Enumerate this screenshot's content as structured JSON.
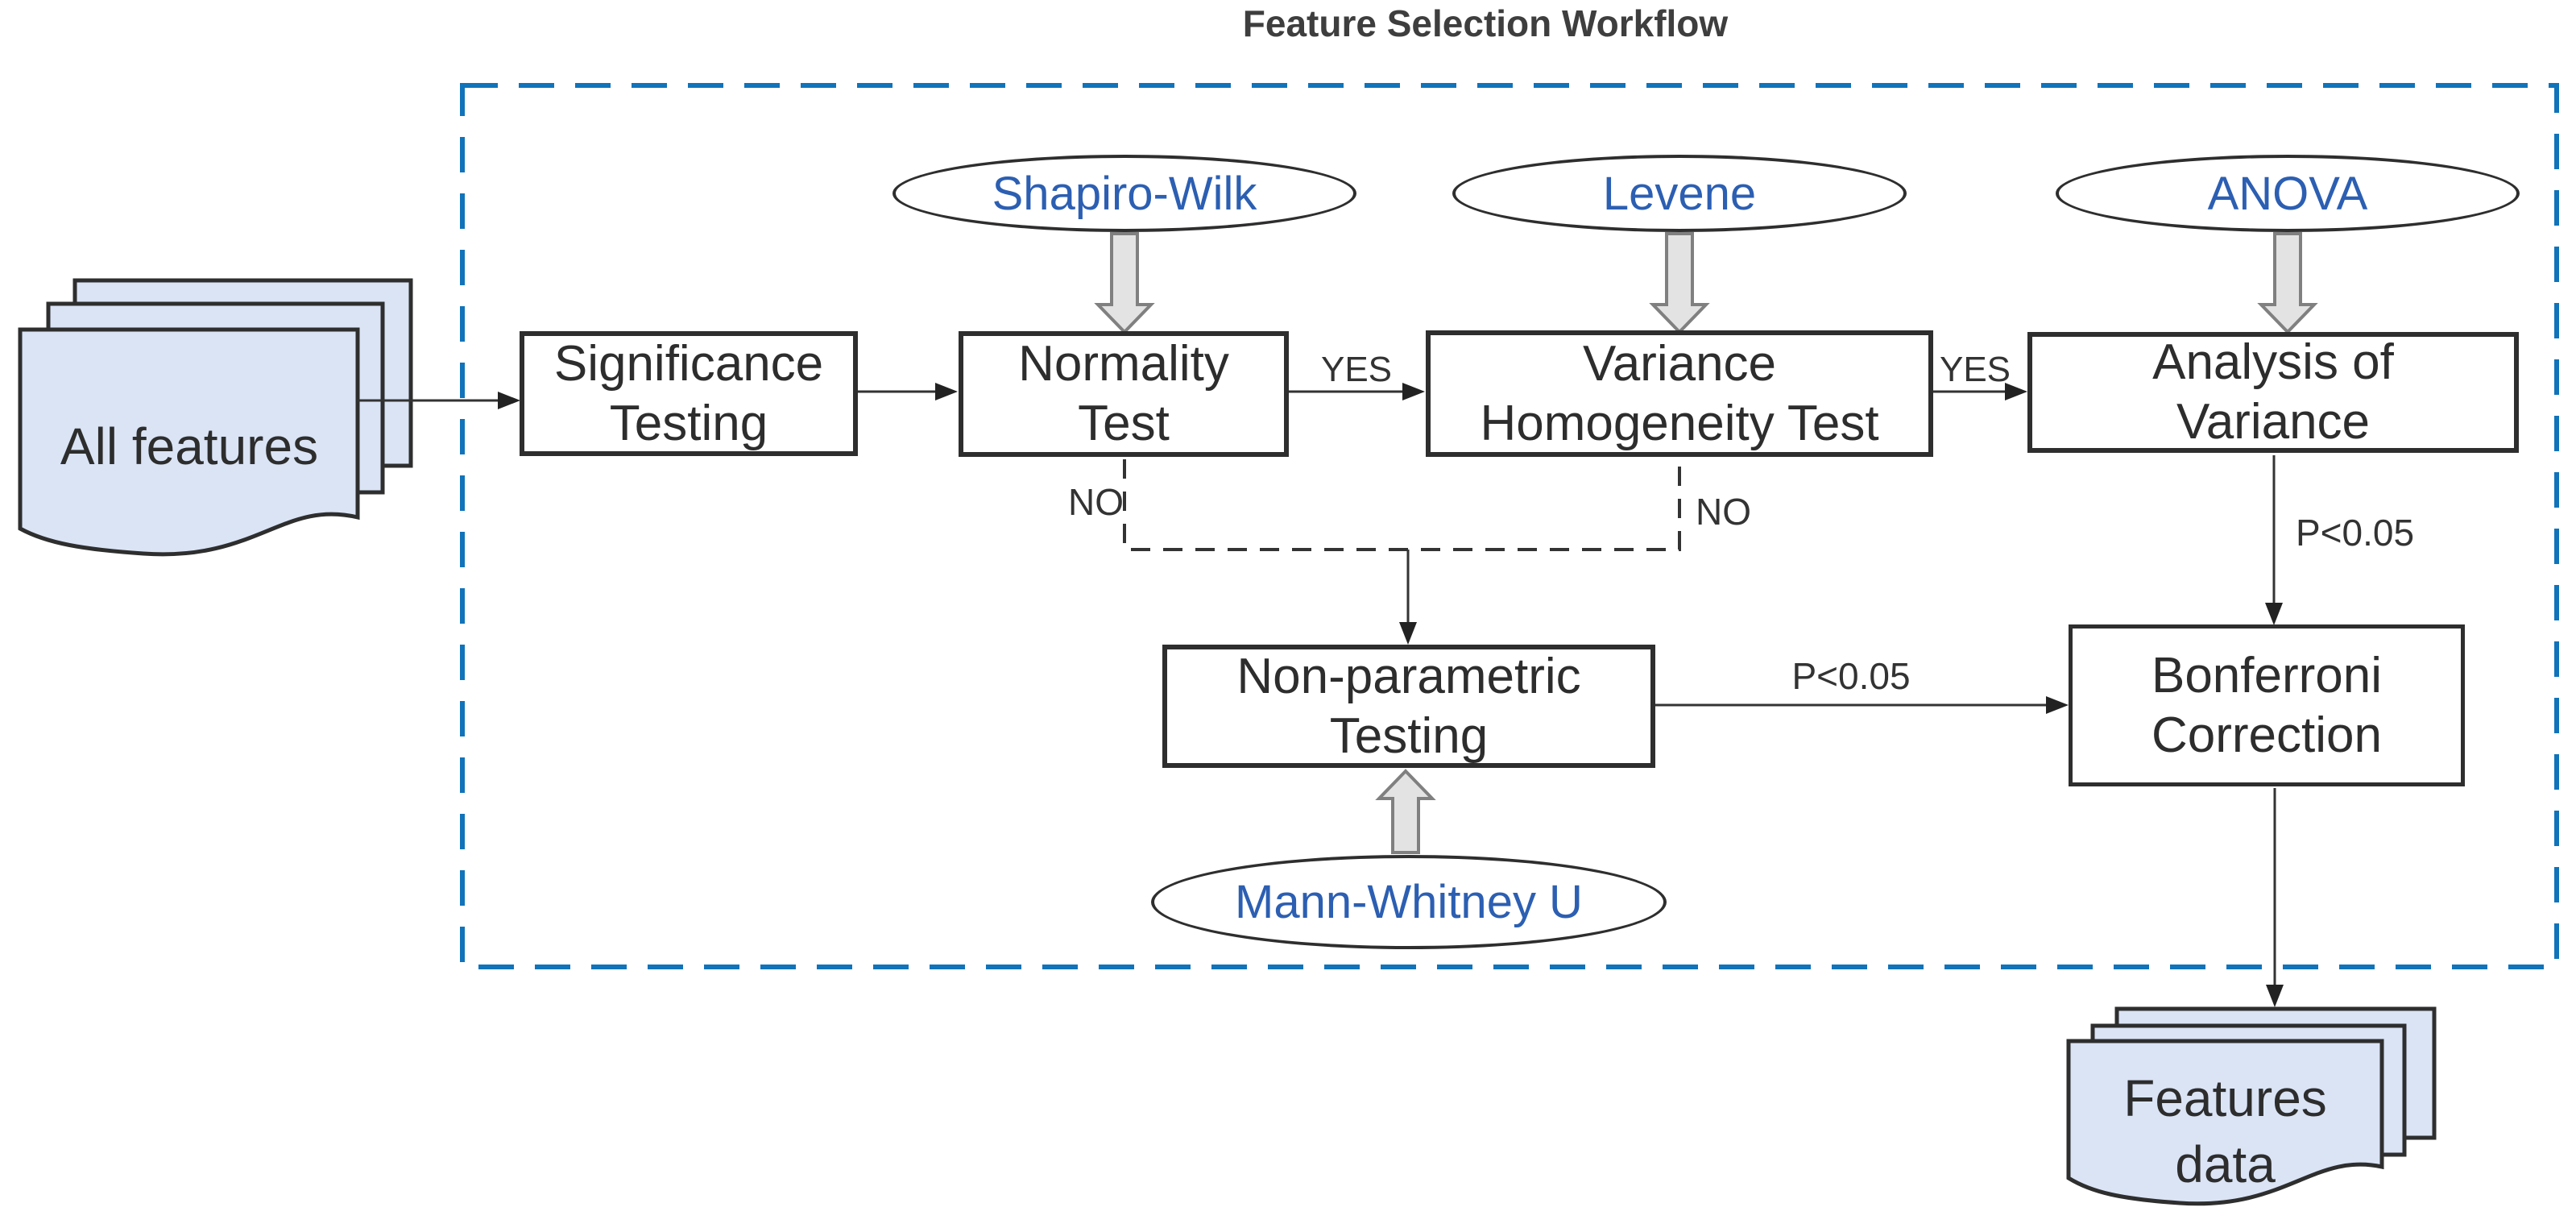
{
  "title": "Feature Selection Workflow",
  "boxes": {
    "significance": "Significance\nTesting",
    "normality": "Normality\nTest",
    "variance": "Variance\nHomogeneity Test",
    "analysis": "Analysis of\nVariance",
    "nonparametric": "Non-parametric\nTesting",
    "bonferroni": "Bonferroni\nCorrection"
  },
  "methods": {
    "shapiro": "Shapiro-Wilk",
    "levene": "Levene",
    "anova": "ANOVA",
    "mann_whitney": "Mann-Whitney U"
  },
  "documents": {
    "input": "All features",
    "output": "Features\ndata"
  },
  "edge_labels": {
    "yes_normality": "YES",
    "yes_variance": "YES",
    "no_normality": "NO",
    "no_variance": "NO",
    "p_anova": "P<0.05",
    "p_nonparametric": "P<0.05"
  },
  "colors": {
    "method_text": "#2c5fb2",
    "workflow_boundary": "#1173b9",
    "document_fill": "#dae4f5",
    "shape_stroke": "#2e2e2e",
    "block_arrow_fill": "#e3e3e3",
    "block_arrow_stroke": "#808080"
  }
}
